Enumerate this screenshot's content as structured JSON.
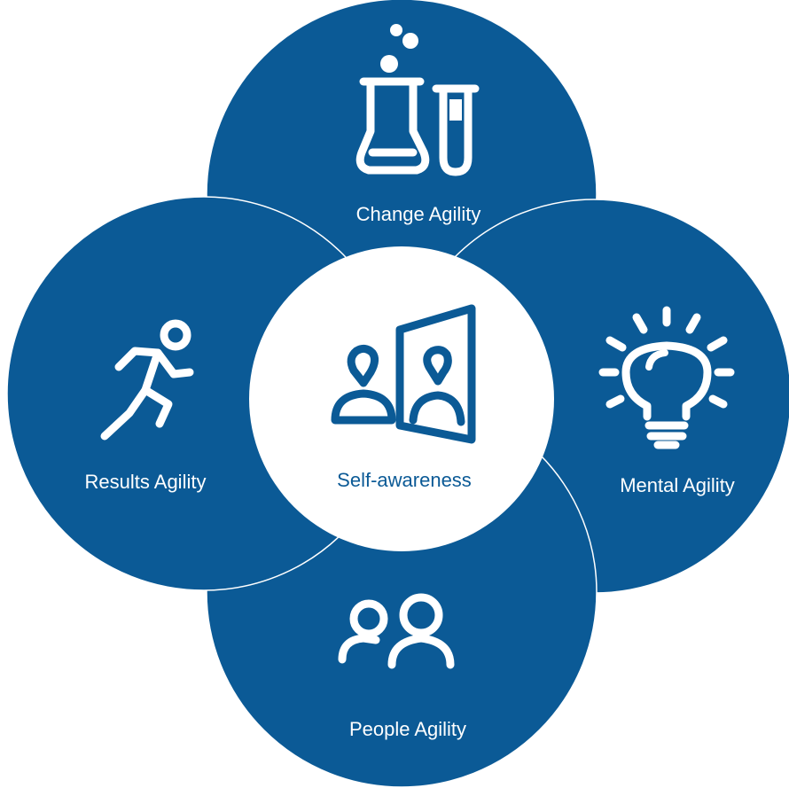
{
  "colors": {
    "circle_fill": "#0b5a96",
    "circle_stroke": "#ffffff",
    "center_fill": "#ffffff",
    "icon_on_blue": "#ffffff",
    "icon_on_white": "#0b5a96",
    "label_on_blue": "#ffffff",
    "label_on_white": "#0b5a96"
  },
  "diagram": {
    "center": {
      "label": "Self-awareness",
      "icon": "mirror-reflection-icon"
    },
    "petals": [
      {
        "key": "change",
        "label": "Change Agility",
        "icon": "lab-flask-icon"
      },
      {
        "key": "mental",
        "label": "Mental Agility",
        "icon": "lightbulb-icon"
      },
      {
        "key": "people",
        "label": "People Agility",
        "icon": "people-icon"
      },
      {
        "key": "results",
        "label": "Results Agility",
        "icon": "runner-icon"
      }
    ]
  }
}
